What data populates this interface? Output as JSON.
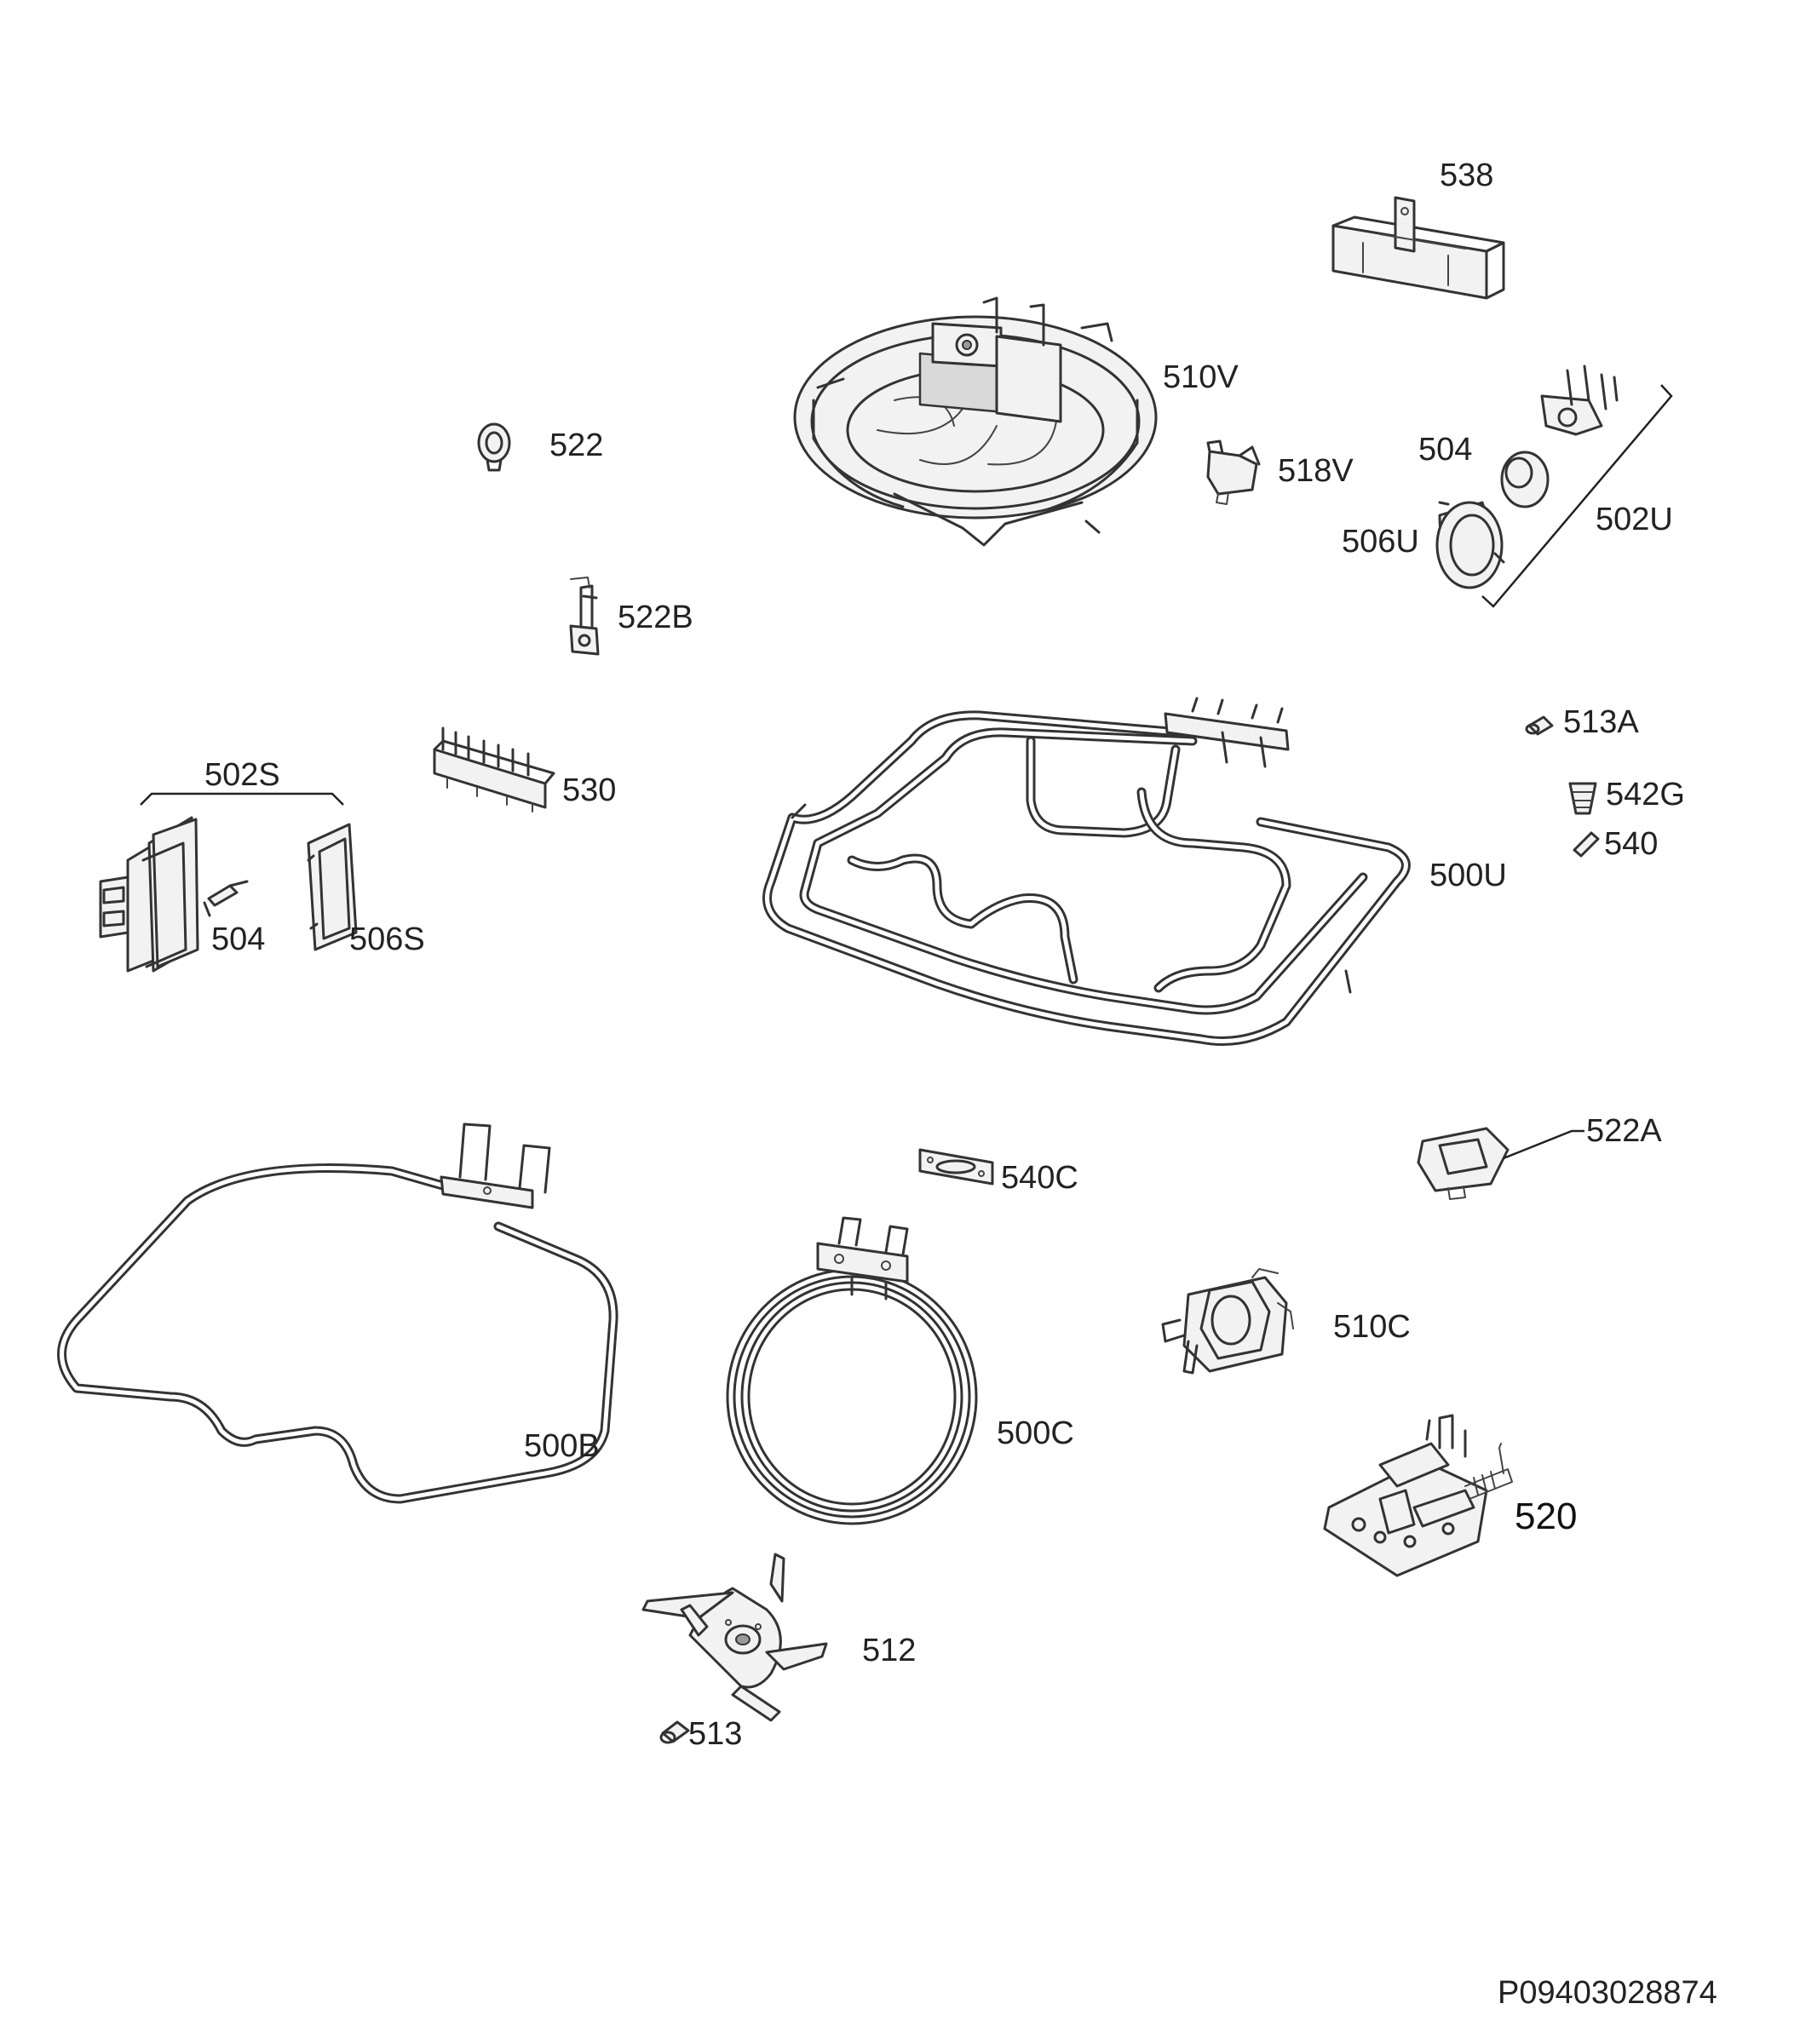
{
  "diagram": {
    "labels": {
      "p538": "538",
      "p510V": "510V",
      "p522": "522",
      "p518V": "518V",
      "p504_top": "504",
      "p506U": "506U",
      "p502U": "502U",
      "p522B": "522B",
      "p513A": "513A",
      "p542G": "542G",
      "p540": "540",
      "p502S": "502S",
      "p530": "530",
      "p500U": "500U",
      "p504_left": "504",
      "p506S": "506S",
      "p522A": "522A",
      "p540C": "540C",
      "p510C": "510C",
      "p500B": "500B",
      "p500C": "500C",
      "p520": "520",
      "p512": "512",
      "p513": "513"
    },
    "document_code": "P09403028874"
  }
}
